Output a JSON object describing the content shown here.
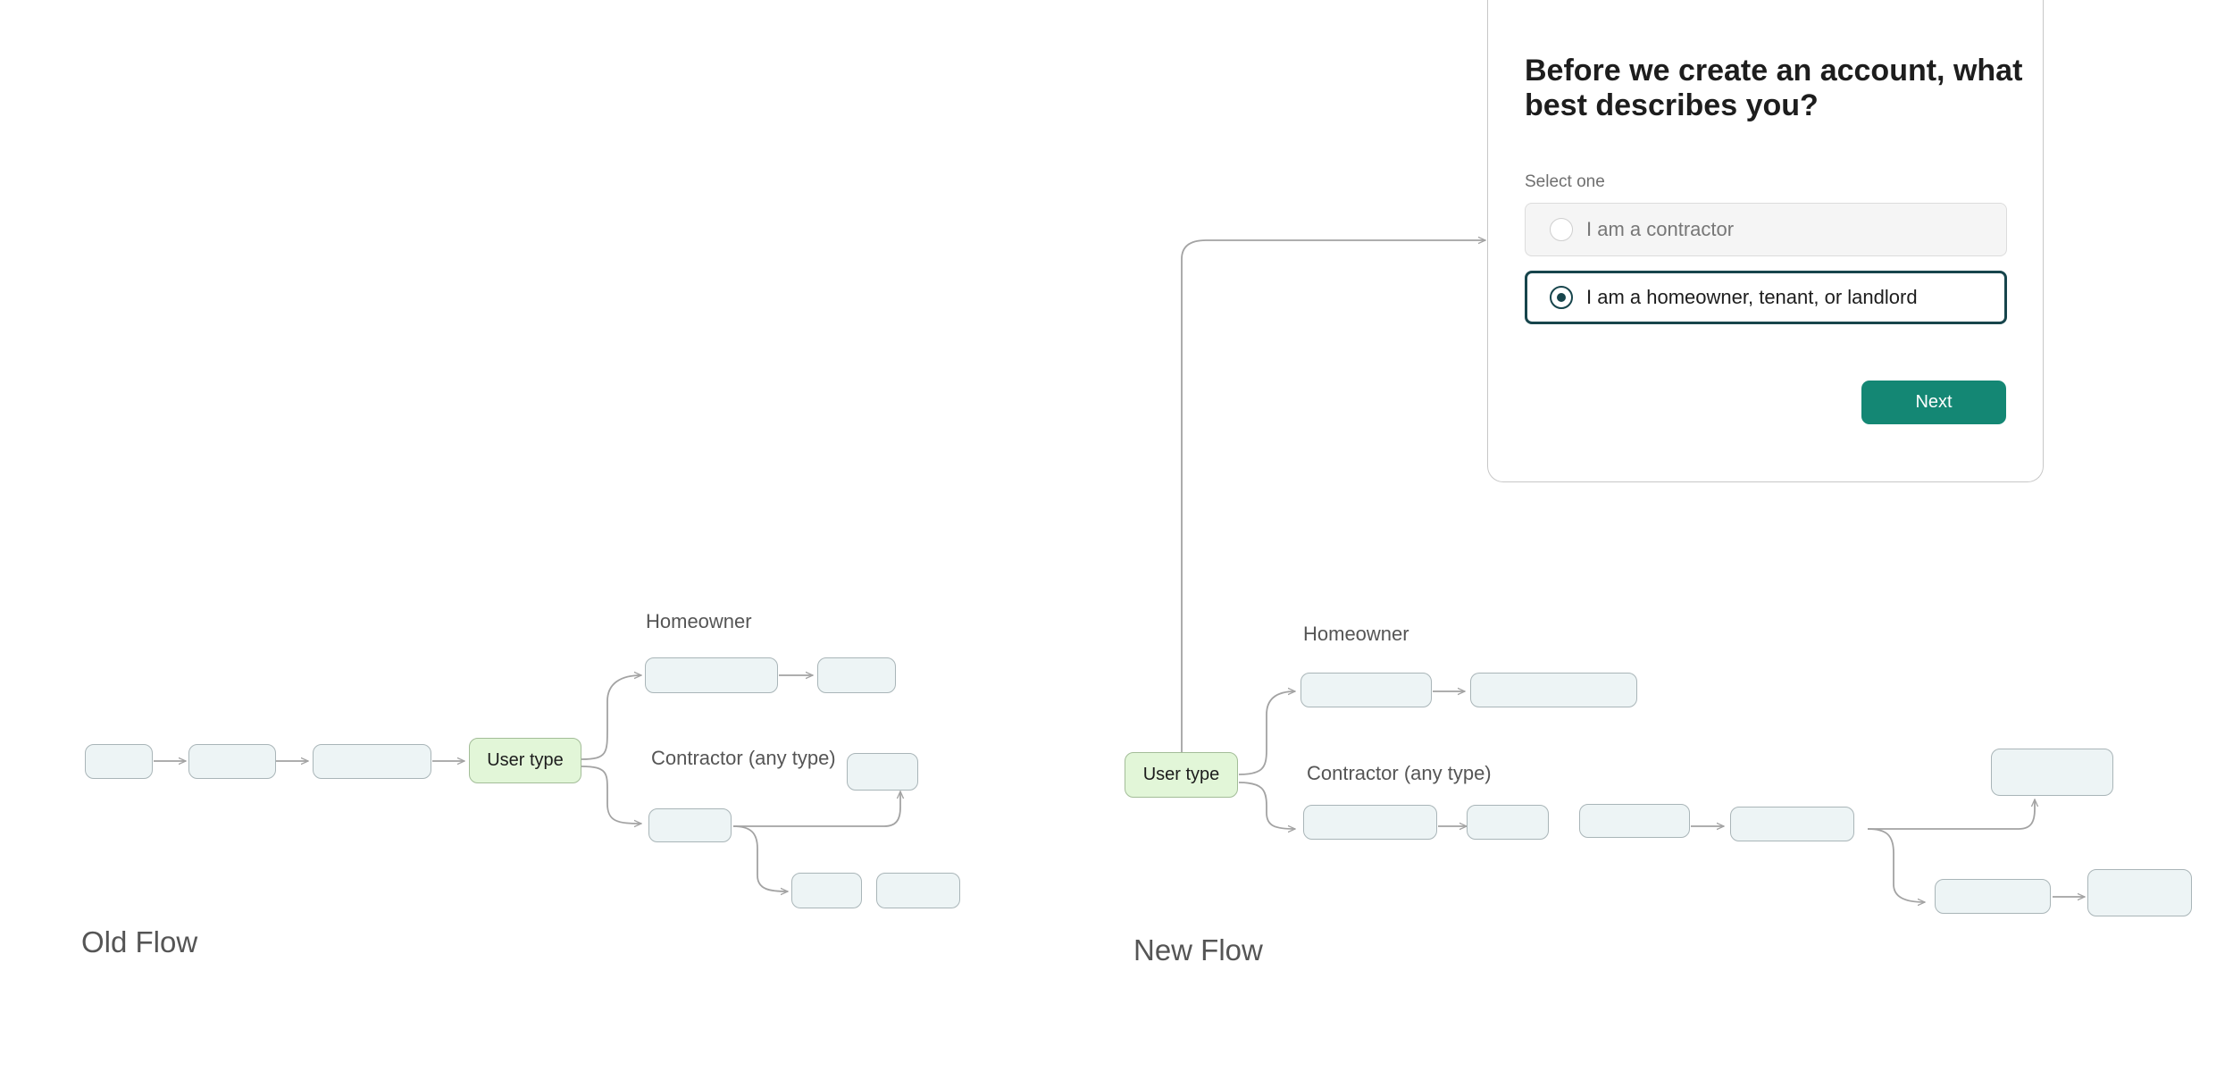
{
  "old_flow": {
    "title": "Old Flow",
    "user_type_label": "User type",
    "homeowner_label": "Homeowner",
    "contractor_label": "Contractor (any type)"
  },
  "new_flow": {
    "title": "New Flow",
    "user_type_label": "User type",
    "homeowner_label": "Homeowner",
    "contractor_label": "Contractor (any type)"
  },
  "modal": {
    "title": "Before we create an account, what best describes you?",
    "select_label": "Select one",
    "options": [
      {
        "label": "I am a contractor",
        "selected": false
      },
      {
        "label": "I am a homeowner, tenant, or landlord",
        "selected": true
      }
    ],
    "next_label": "Next"
  },
  "colors": {
    "node_fill": "#edf4f5",
    "user_type_fill": "#e2f6d8",
    "accent": "#148774",
    "selected_border": "#17454c"
  }
}
